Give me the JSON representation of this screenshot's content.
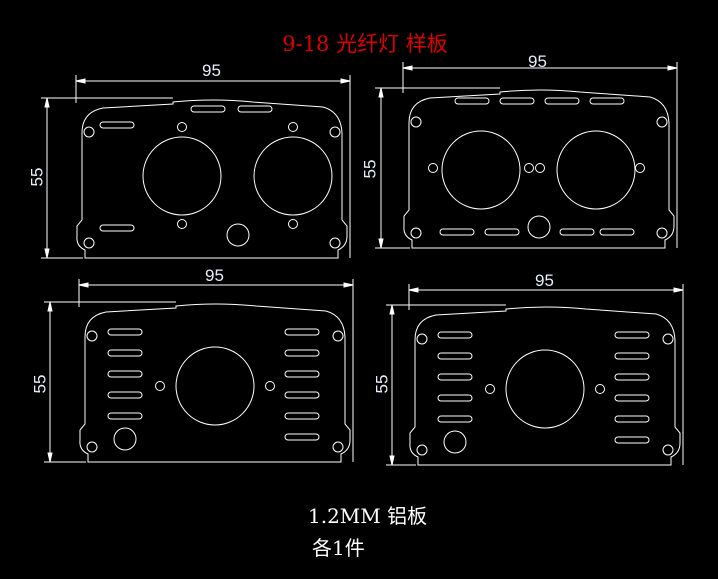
{
  "title": "9-18 光纤灯 样板",
  "notes": {
    "material": "1.2MM 铝板",
    "quantity": "各1件"
  },
  "plates": [
    {
      "name": "plate-dual-lens-a",
      "width_label": "95",
      "height_label": "55",
      "variant": "A"
    },
    {
      "name": "plate-dual-lens-b",
      "width_label": "95",
      "height_label": "55",
      "variant": "B"
    },
    {
      "name": "plate-single-lens-a",
      "width_label": "95",
      "height_label": "55",
      "variant": "C"
    },
    {
      "name": "plate-single-lens-b",
      "width_label": "95",
      "height_label": "55",
      "variant": "C"
    }
  ],
  "colors": {
    "background": "#000000",
    "title": "#e00000",
    "lines": "#ffffff"
  }
}
